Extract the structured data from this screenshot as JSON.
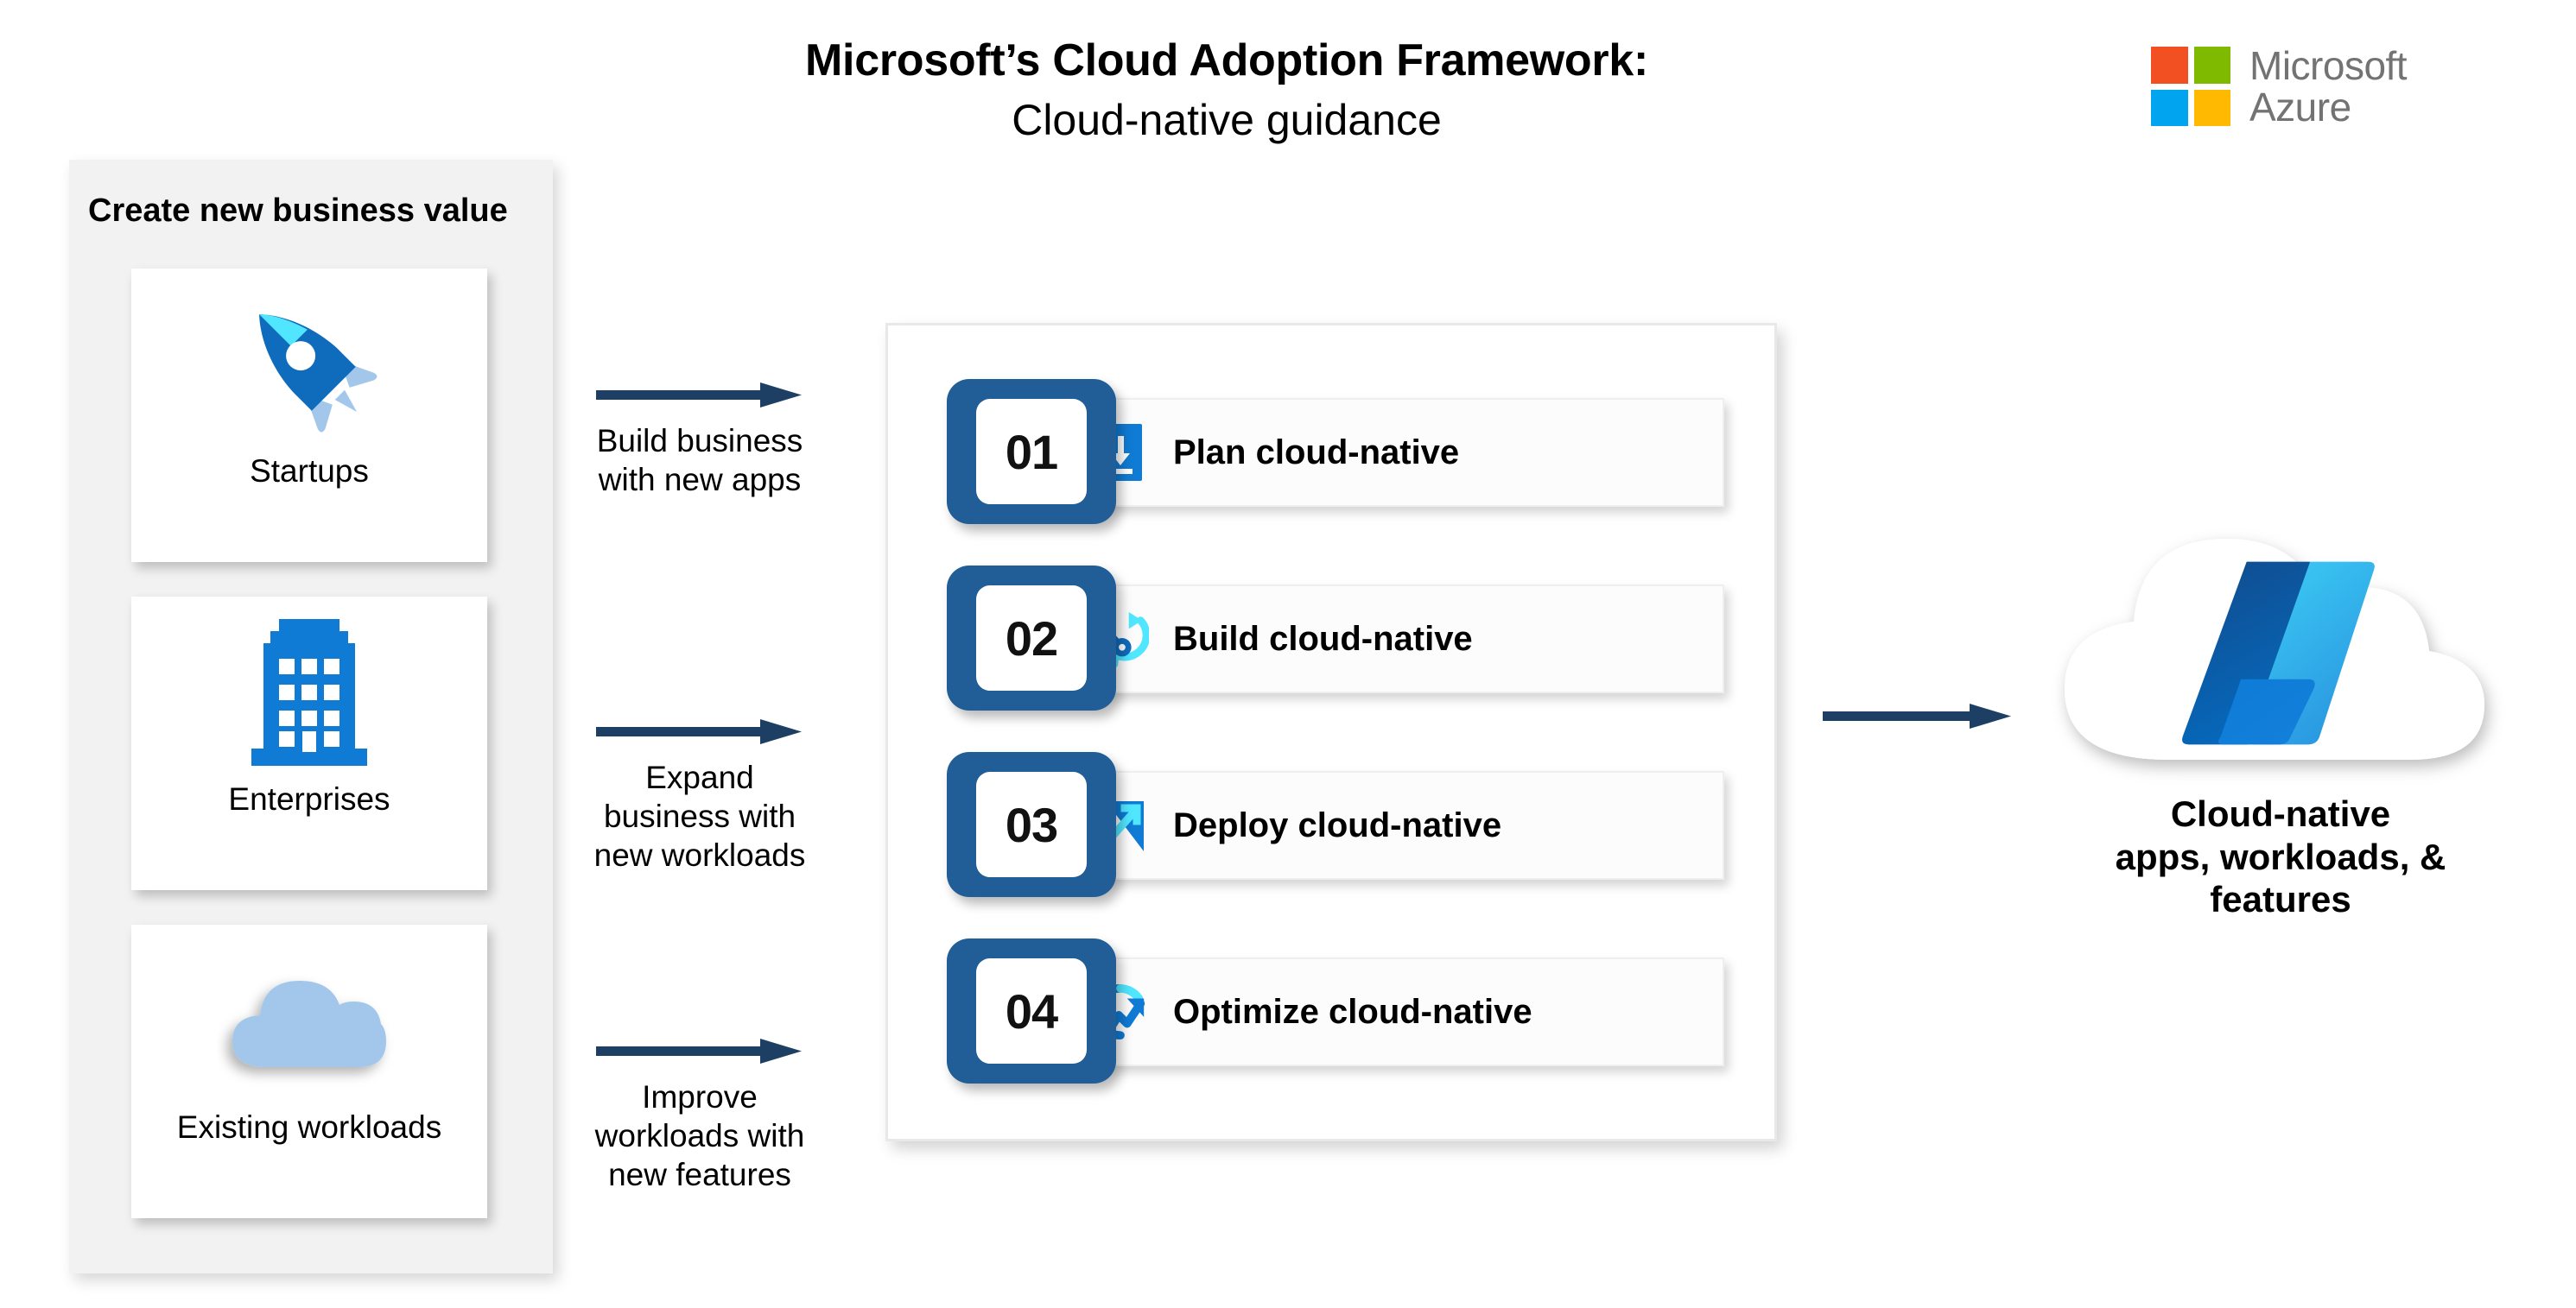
{
  "title": {
    "main": "Microsoft’s Cloud Adoption Framework:",
    "sub": "Cloud-native guidance"
  },
  "brand": {
    "name_line1": "Microsoft",
    "name_line2": "Azure",
    "square_colors": [
      "#F25022",
      "#7FBA00",
      "#00A4EF",
      "#FFB900"
    ],
    "text_color": "#737373"
  },
  "left_panel": {
    "heading": "Create new business value",
    "background": "#F2F2F2",
    "segments": [
      {
        "label": "Startups",
        "icon": "rocket-icon"
      },
      {
        "label": "Enterprises",
        "icon": "office-building-icon"
      },
      {
        "label": "Existing workloads",
        "icon": "cloud-icon"
      }
    ]
  },
  "flows": [
    {
      "label_line1": "Build business",
      "label_line2": "with new apps",
      "label_line3": ""
    },
    {
      "label_line1": "Expand",
      "label_line2": "business with",
      "label_line3": "new workloads"
    },
    {
      "label_line1": "Improve",
      "label_line2": "workloads with",
      "label_line3": "new features"
    }
  ],
  "steps_panel": {
    "steps": [
      {
        "number": "01",
        "label": "Plan cloud-native",
        "icon": "document-download-icon"
      },
      {
        "number": "02",
        "label": "Build cloud-native",
        "icon": "wrench-refresh-icon"
      },
      {
        "number": "03",
        "label": "Deploy cloud-native",
        "icon": "launch-arrow-icon"
      },
      {
        "number": "04",
        "label": "Optimize cloud-native",
        "icon": "growth-chart-icon"
      }
    ],
    "badge_color": "#215D96"
  },
  "outcome": {
    "caption_line1": "Cloud-native",
    "caption_line2": "apps, workloads, &",
    "caption_line3": "features",
    "icon": "azure-cloud-logo"
  },
  "colors": {
    "arrow_navy": "#1C3F63",
    "azure_blue": "#0078D4",
    "azure_cyan": "#50E6FF",
    "light_blue": "#A3C7EB",
    "badge_blue": "#215D96"
  }
}
